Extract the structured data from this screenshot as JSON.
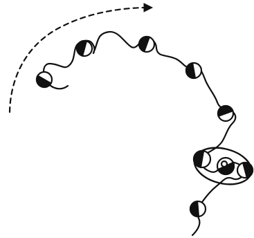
{
  "diagram": {
    "kind": "hand-drawn sketch",
    "ink_color": "#111111",
    "background_color": "#ffffff",
    "icons": [
      "curved-dashed-arrow-icon",
      "wavy-chain-strand-icon",
      "half-shaded-bead-icon",
      "ring-enclosure-icon"
    ],
    "bead_count": 9,
    "enclosed_bead_count": 3
  }
}
